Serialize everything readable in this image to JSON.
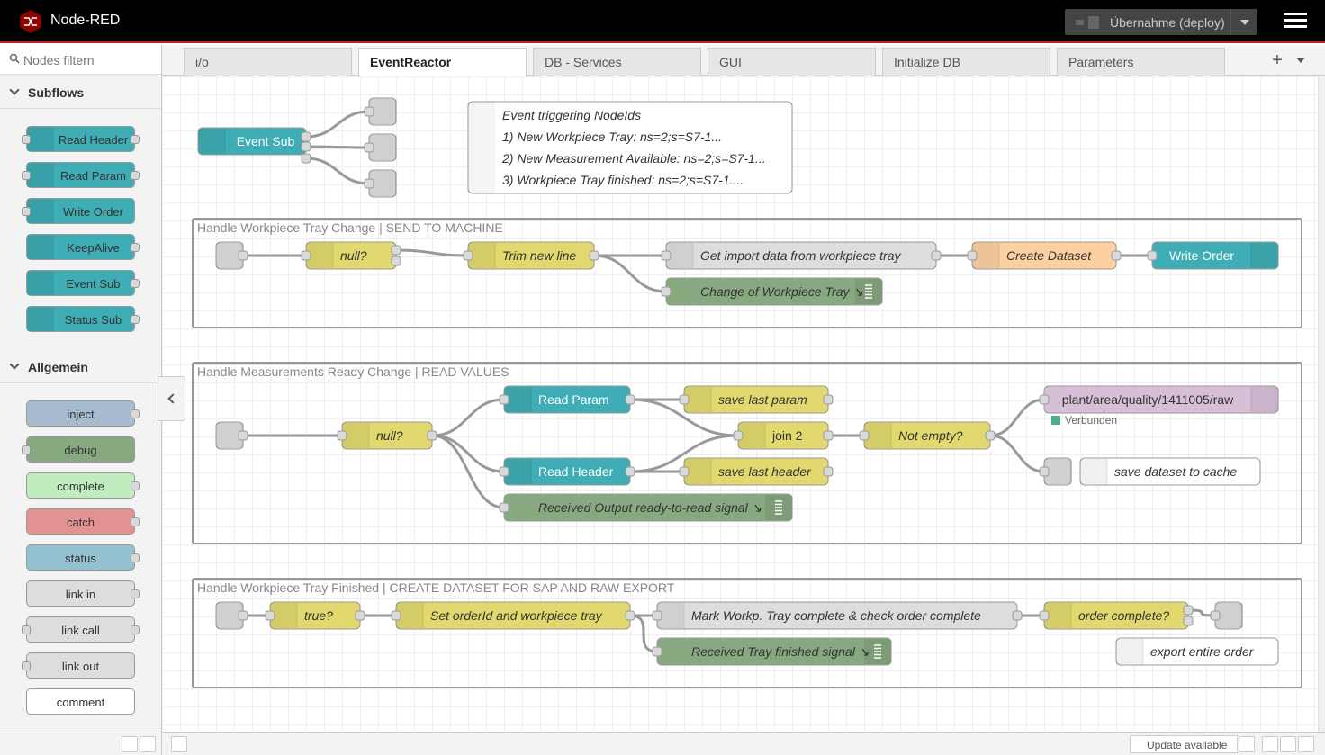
{
  "header": {
    "title": "Node-RED",
    "deploy_label": "Übernahme (deploy)"
  },
  "palette": {
    "search_placeholder": "Nodes filtern",
    "categories": {
      "subflows": "Subflows",
      "general": "Allgemein"
    },
    "subflow_nodes": [
      "Read Header",
      "Read Param",
      "Write Order",
      "KeepAlive",
      "Event Sub",
      "Status Sub"
    ],
    "general_nodes": [
      "inject",
      "debug",
      "complete",
      "catch",
      "status",
      "link in",
      "link call",
      "link out",
      "comment"
    ]
  },
  "tabs": [
    "i/o",
    "EventReactor",
    "DB - Services",
    "GUI",
    "Initialize DB",
    "Parameters"
  ],
  "flow": {
    "event_sub": "Event Sub",
    "comment_lines": [
      "Event triggering NodeIds",
      "1) New Workpiece Tray: ns=2;s=S7-1...",
      "2) New Measurement Available: ns=2;s=S7-1...",
      "3) Workpiece Tray finished: ns=2;s=S7-1...."
    ],
    "groups": [
      "Handle Workpiece Tray Change | SEND TO MACHINE",
      "Handle Measurements Ready Change | READ VALUES",
      "Handle Workpiece Tray Finished | CREATE DATASET FOR SAP AND RAW EXPORT"
    ],
    "g1": {
      "null": "null?",
      "trim": "Trim new line",
      "get_import": "Get import data from workpiece tray",
      "create_dataset": "Create Dataset",
      "write_order": "Write Order",
      "debug": "Change of Workpiece Tray"
    },
    "g2": {
      "null": "null?",
      "read_param": "Read Param",
      "read_header": "Read Header",
      "save_param": "save last param",
      "save_header": "save last header",
      "join": "join 2",
      "not_empty": "Not empty?",
      "mqtt": "plant/area/quality/1411005/raw",
      "mqtt_status": "Verbunden",
      "save_cache": "save dataset to cache",
      "debug": "Received Output ready-to-read signal"
    },
    "g3": {
      "true": "true?",
      "set_order": "Set orderId and workpiece tray",
      "mark": "Mark Workp. Tray complete & check order complete",
      "order_complete": "order complete?",
      "debug": "Received Tray finished signal",
      "export": "export entire order"
    }
  },
  "footer": {
    "update_label": "Update available"
  },
  "colors": {
    "subflow": "#3fadb5",
    "function": "#fdd0a2",
    "switch": "#e2d96e",
    "debug": "#87a980",
    "link": "#dddddd",
    "mqtt": "#d8bfd8",
    "comment": "#ffffff"
  }
}
